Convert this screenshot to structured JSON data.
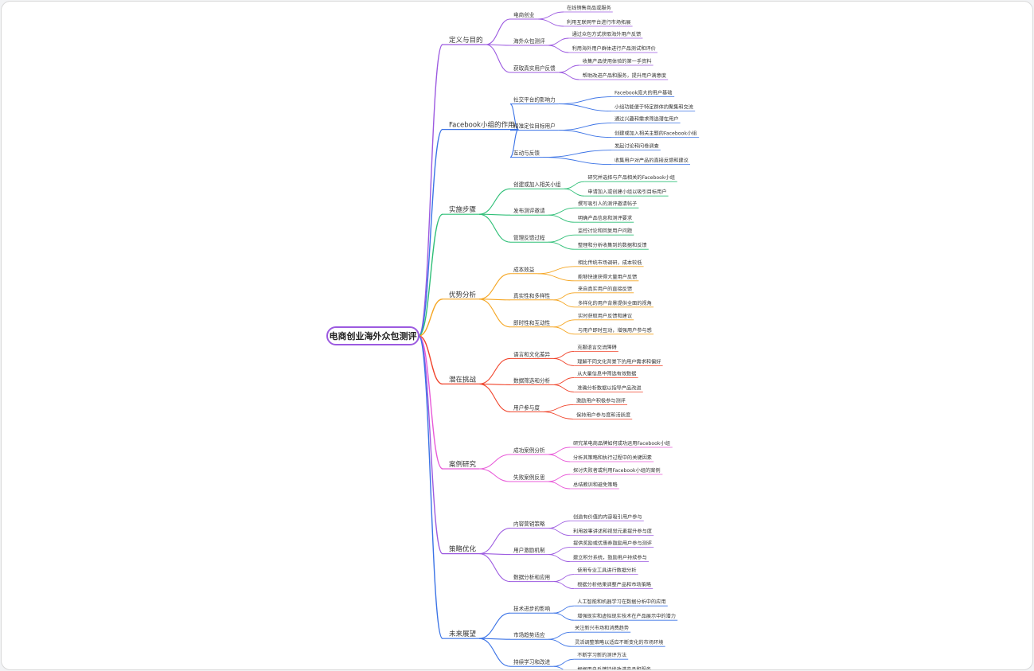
{
  "mindmap": {
    "root": "电商创业海外众包测评",
    "colors": [
      "#9c5ae0",
      "#3b73e6",
      "#2fbf77",
      "#f5a623",
      "#f0432a",
      "#e85ad8",
      "#9c5ae0",
      "#3b73e6"
    ],
    "branches": [
      {
        "title": "定义与目的",
        "children": [
          {
            "title": "电商创业",
            "items": [
              "在线销售商品或服务",
              "利用互联网平台进行市场拓展"
            ]
          },
          {
            "title": "海外众包测评",
            "items": [
              "通过众包方式获取海外用户反馈",
              "利用海外用户群体进行产品测试和评价"
            ]
          },
          {
            "title": "获取真实用户反馈",
            "items": [
              "收集产品使用体验的第一手资料",
              "帮助改进产品和服务，提升用户满意度"
            ]
          }
        ]
      },
      {
        "title": "Facebook小组的作用",
        "children": [
          {
            "title": "社交平台的影响力",
            "items": [
              "Facebook庞大的用户基础",
              "小组功能便于特定群体的聚集和交流"
            ]
          },
          {
            "title": "精准定位目标用户",
            "items": [
              "通过兴趣和需求筛选潜在用户",
              "创建或加入相关主题的Facebook小组"
            ]
          },
          {
            "title": "互动与反馈",
            "items": [
              "发起讨论和问卷调查",
              "收集用户对产品的直接反馈和建议"
            ]
          }
        ]
      },
      {
        "title": "实施步骤",
        "children": [
          {
            "title": "创建或加入相关小组",
            "items": [
              "研究并选择与产品相关的Facebook小组",
              "申请加入或创建小组以吸引目标用户"
            ]
          },
          {
            "title": "发布测评邀请",
            "items": [
              "撰写吸引人的测评邀请帖子",
              "明确产品信息和测评要求"
            ]
          },
          {
            "title": "管理反馈过程",
            "items": [
              "监控讨论和回复用户问题",
              "整理和分析收集到的数据和反馈"
            ]
          }
        ]
      },
      {
        "title": "优势分析",
        "children": [
          {
            "title": "成本效益",
            "items": [
              "相比传统市场调研，成本较低",
              "能够快速获得大量用户反馈"
            ]
          },
          {
            "title": "真实性和多样性",
            "items": [
              "来自真实用户的直接反馈",
              "多样化的用户背景提供全面的视角"
            ]
          },
          {
            "title": "即时性和互动性",
            "items": [
              "实时获取用户反馈和建议",
              "与用户即时互动，增强用户参与感"
            ]
          }
        ]
      },
      {
        "title": "潜在挑战",
        "children": [
          {
            "title": "语言和文化差异",
            "items": [
              "克服语言交流障碍",
              "理解不同文化背景下的用户需求和偏好"
            ]
          },
          {
            "title": "数据筛选和分析",
            "items": [
              "从大量信息中筛选有效数据",
              "准确分析数据以指导产品改进"
            ]
          },
          {
            "title": "用户参与度",
            "items": [
              "激励用户积极参与测评",
              "保持用户参与度和活跃度"
            ]
          }
        ]
      },
      {
        "title": "案例研究",
        "children": [
          {
            "title": "成功案例分析",
            "items": [
              "研究某电商品牌如何成功运用Facebook小组",
              "分析其策略和执行过程中的关键因素"
            ]
          },
          {
            "title": "失败案例反思",
            "items": [
              "探讨失败者或利用Facebook小组的案例",
              "总结教训和避免策略"
            ]
          }
        ]
      },
      {
        "title": "策略优化",
        "children": [
          {
            "title": "内容营销策略",
            "items": [
              "创造有价值的内容吸引用户参与",
              "利用故事讲述和视觉元素提升参与度"
            ]
          },
          {
            "title": "用户激励机制",
            "items": [
              "提供奖励或优惠券鼓励用户参与测评",
              "建立积分系统，鼓励用户持续参与"
            ]
          },
          {
            "title": "数据分析和应用",
            "items": [
              "使用专业工具进行数据分析",
              "根据分析结果调整产品和市场策略"
            ]
          }
        ]
      },
      {
        "title": "未来展望",
        "children": [
          {
            "title": "技术进步的影响",
            "items": [
              "人工智能和机器学习在数据分析中的应用",
              "增强现实和虚拟现实技术在产品展示中的潜力"
            ]
          },
          {
            "title": "市场趋势适应",
            "items": [
              "关注新兴市场和消费趋势",
              "灵活调整策略以适应不断变化的市场环境"
            ]
          },
          {
            "title": "持续学习和改进",
            "items": [
              "不断学习新的测评方法",
              "根据用户反馈持续改进产品和服务"
            ]
          }
        ]
      }
    ]
  }
}
